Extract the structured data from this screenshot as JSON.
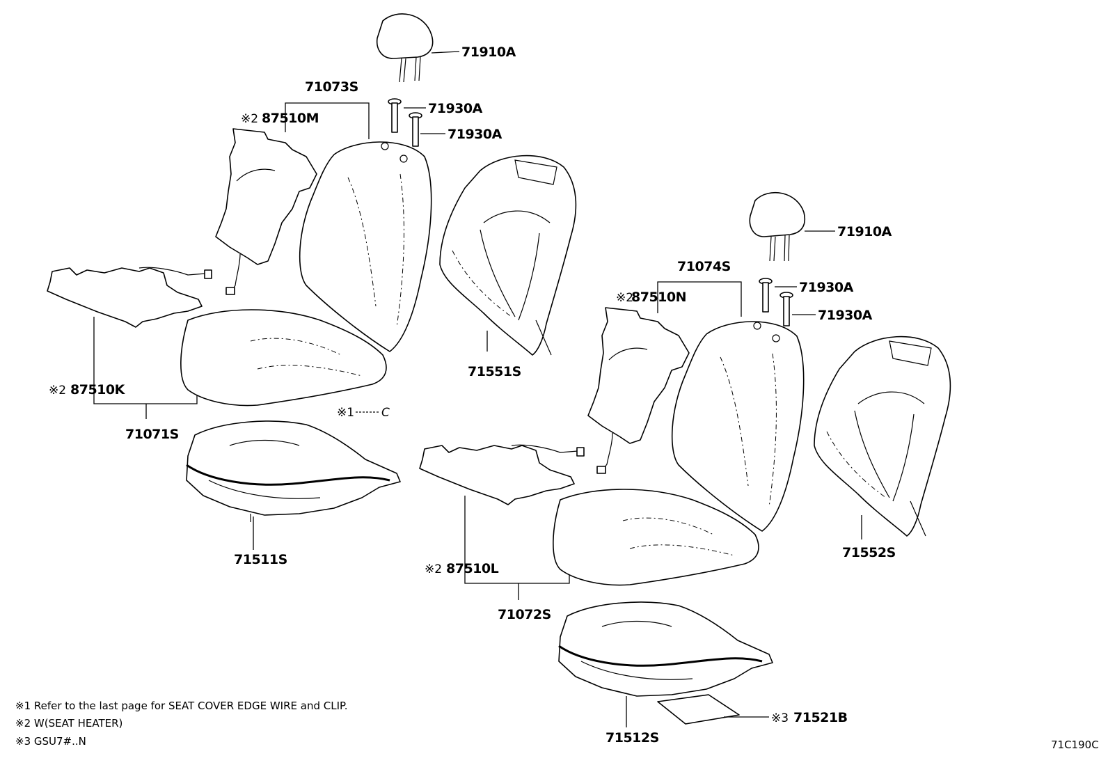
{
  "labels": {
    "left_headrest": "71910A",
    "left_seatback_assy": "71073S",
    "left_support_1": "71930A",
    "left_support_2": "71930A",
    "left_back_heater_prefix": "※2",
    "left_back_heater": "87510M",
    "left_back_cover": "71551S",
    "left_cushion_heater_prefix": "※2",
    "left_cushion_heater": "87510K",
    "left_cushion_assy": "71071S",
    "clip_prefix": "※1",
    "clip": "C",
    "left_cushion_pad": "71511S",
    "right_headrest": "71910A",
    "right_seatback_assy": "71074S",
    "right_support_1": "71930A",
    "right_support_2": "71930A",
    "right_back_heater_prefix": "※2",
    "right_back_heater": "87510N",
    "right_back_cover": "71552S",
    "right_cushion_heater_prefix": "※2",
    "right_cushion_heater": "87510L",
    "right_cushion_assy": "71072S",
    "right_cushion_pad": "71512S",
    "right_pad_prefix": "※3",
    "right_pad": "71521B"
  },
  "notes": [
    "※1  Refer to the last page for SEAT COVER EDGE WIRE and CLIP.",
    "※2  W(SEAT HEATER)",
    "※3  GSU7#..N"
  ],
  "figure_code": "71C190C"
}
